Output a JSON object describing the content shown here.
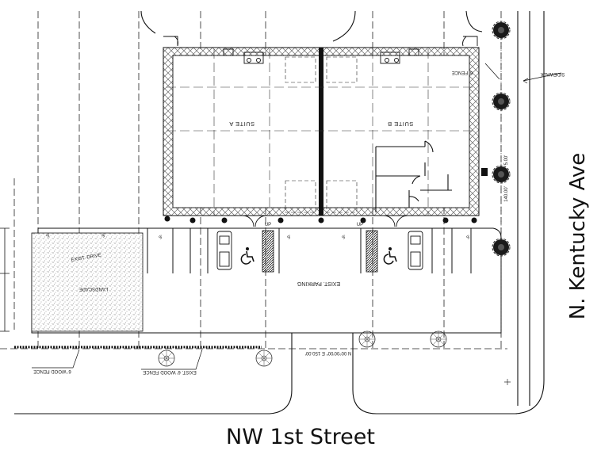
{
  "streets": {
    "south": "NW 1st Street",
    "east": "N. Kentucky Ave"
  },
  "plan_labels": {
    "suite_a": "SUITE A",
    "suite_b": "SUITE B",
    "parking": "EXIST. PARKING",
    "landscape": "LANDSCAPE",
    "fence_note": "EXIST. 6' WOOD FENCE",
    "wood_fence": "6' WOOD FENCE",
    "property_line": "N 00°00'00\" E 150.00'",
    "frontage": "140.00'",
    "side_dim": "5.00'",
    "curb_cut": "EXIST. DRIVE",
    "sidewalk": "SIDEWALK",
    "new_fence": "6' FENCE",
    "stair_up_a": "UP",
    "stair_up_b": "UP",
    "spaces": [
      "9'",
      "9'",
      "9'",
      "9'",
      "9'",
      "9'"
    ]
  },
  "colors": {
    "line": "#111111",
    "hatch": "#6a6a6a",
    "paving": "#b9b9b9"
  }
}
